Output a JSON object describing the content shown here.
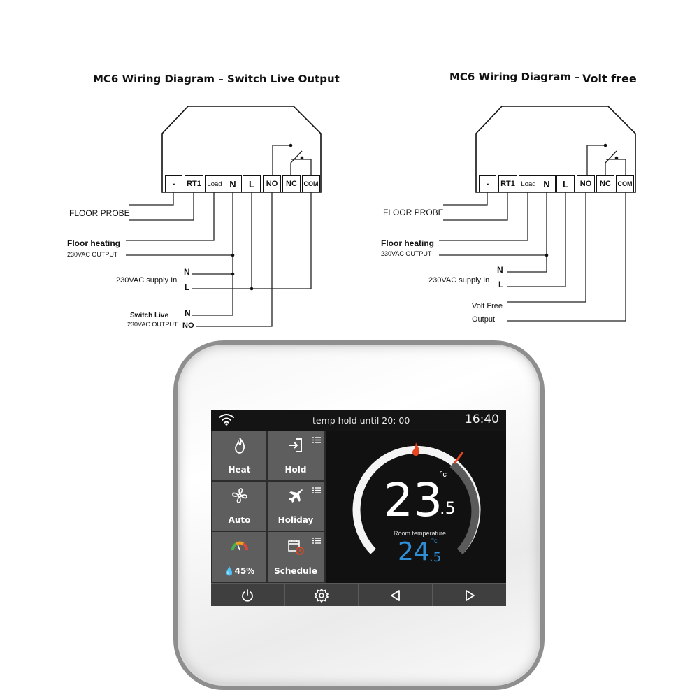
{
  "diagrams": [
    {
      "title": "MC6 Wiring Diagram – Switch Live Output",
      "terminals": [
        "-",
        "RT1",
        "Load",
        "N",
        "L",
        "NO",
        "NC",
        "COM"
      ],
      "labels": {
        "floor_probe": "FLOOR PROBE",
        "floor_heating": "Floor heating",
        "floor_heating_sub": "230VAC OUTPUT",
        "supply": "230VAC supply In",
        "supply_n": "N",
        "supply_l": "L",
        "switch_live": "Switch Live",
        "switch_live_sub": "230VAC OUTPUT",
        "switch_n": "N",
        "switch_no": "NO"
      }
    },
    {
      "title_left": "MC6 Wiring Diagram –",
      "title_right": "Volt free",
      "terminals": [
        "-",
        "RT1",
        "Load",
        "N",
        "L",
        "NO",
        "NC",
        "COM"
      ],
      "labels": {
        "floor_probe": "FLOOR PROBE",
        "floor_heating": "Floor heating",
        "floor_heating_sub": "230VAC OUTPUT",
        "supply": "230VAC supply In",
        "supply_n": "N",
        "supply_l": "L",
        "volt_free": "Volt Free",
        "output": "Output"
      }
    }
  ],
  "thermostat": {
    "status": {
      "wifi_icon": "wifi-icon",
      "hold_text": "temp hold until  20:  00",
      "clock": "16:40"
    },
    "tiles": [
      {
        "icon": "flame-icon",
        "label": "Heat"
      },
      {
        "icon": "door-enter-icon",
        "label": "Hold"
      },
      {
        "icon": "fan-icon",
        "label": "Auto"
      },
      {
        "icon": "airplane-icon",
        "label": "Holiday"
      },
      {
        "icon": "humidity-gauge-icon",
        "label": "45%"
      },
      {
        "icon": "calendar-clock-icon",
        "label": "Schedule"
      }
    ],
    "temperature": {
      "set_main": "23",
      "set_decimal": ".5",
      "set_unit": "°c",
      "room_label": "Room temperature",
      "room_main": "24",
      "room_decimal": ".5",
      "room_unit": "°c"
    },
    "bottom_buttons": [
      "power-icon",
      "settings-gear-icon",
      "left-arrow-icon",
      "right-arrow-icon"
    ],
    "colors": {
      "setpoint_blue": "#2f8fd6",
      "flame_red": "#e8461e",
      "gauge_green": "#4caf50"
    }
  }
}
